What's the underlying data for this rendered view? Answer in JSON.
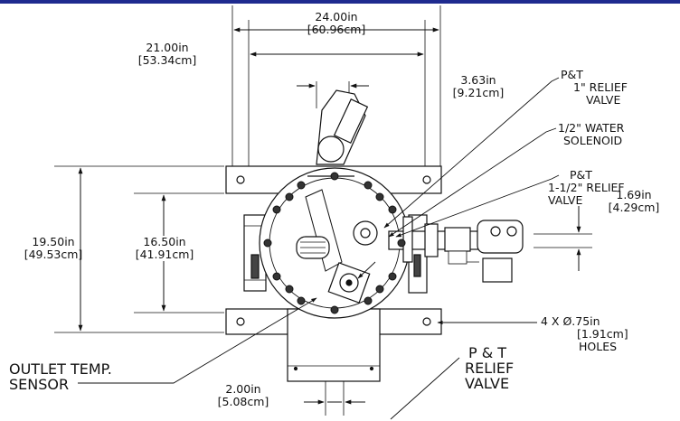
{
  "colors": {
    "frame": "#1f2b8f",
    "ink": "#111111",
    "paper": "#ffffff"
  },
  "dimensions": {
    "overall_width": {
      "in": "24.00in",
      "cm": "[60.96cm]"
    },
    "inner_width": {
      "in": "21.00in",
      "cm": "[53.34cm]"
    },
    "offset": {
      "in": "3.63in",
      "cm": "[9.21cm]"
    },
    "overall_height": {
      "in": "19.50in",
      "cm": "[49.53cm]"
    },
    "inner_height": {
      "in": "16.50in",
      "cm": "[41.91cm]"
    },
    "pipe": {
      "in": "1.69in",
      "cm": "[4.29cm]"
    },
    "bottom": {
      "in": "2.00in",
      "cm": "[5.08cm]"
    }
  },
  "labels": {
    "pt_1in_relief": [
      "P&T",
      "1\" RELIEF",
      "VALVE"
    ],
    "water_solenoid": [
      "1/2\" WATER",
      "SOLENOID"
    ],
    "pt_1_5_relief": [
      "P&T",
      "1-1/2\" RELIEF",
      "VALVE"
    ],
    "holes": [
      "4 X   Ø.75in",
      "[1.91cm]",
      "HOLES"
    ],
    "outlet_temp": [
      "OUTLET TEMP.",
      "SENSOR"
    ],
    "pt_relief": [
      "P & T",
      "RELIEF",
      "VALVE"
    ]
  }
}
